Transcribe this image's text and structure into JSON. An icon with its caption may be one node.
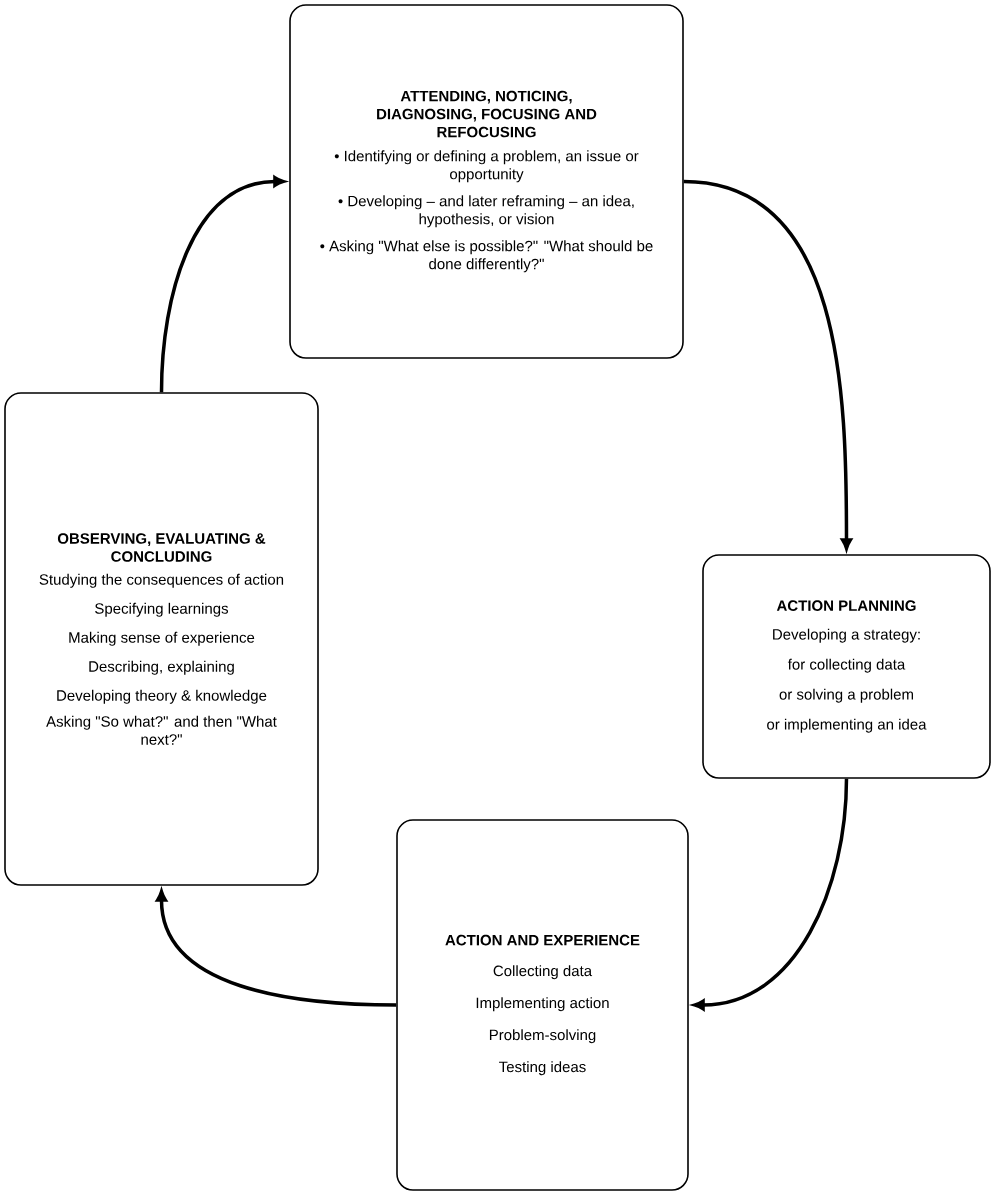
{
  "diagram": {
    "nodes": [
      {
        "text": [
          "ATTENDING, NOTICING, DIAGNOSING, FOCUSING AND REFOCUSING",
          "• Identifying or defining a problem, an issue or opportunity",
          "• Developing – and later reframing – an idea, hypothesis, or vision",
          "• Asking \"What else is possible?\" \"What should be done differently?\""
        ]
      },
      {
        "text": [
          "ACTION PLANNING",
          "Developing a strategy:",
          "for collecting data",
          "or solving a problem",
          "or implementing an idea"
        ]
      },
      {
        "text": [
          "ACTION AND EXPERIENCE",
          "Collecting data",
          "Implementing action",
          "Problem-solving",
          "Testing ideas"
        ]
      },
      {
        "text": [
          "OBSERVING, EVALUATING & CONCLUDING",
          "Studying the consequences of action",
          "Specifying learnings",
          "Making sense of experience",
          "Describing, explaining",
          "Developing theory & knowledge",
          "Asking \"So what?\" and then \"What next?\""
        ]
      }
    ],
    "edges": [
      {
        "from": 0,
        "to": 1,
        "arrow": "to"
      },
      {
        "from": 1,
        "to": 2,
        "arrow": "to"
      },
      {
        "from": 2,
        "to": 3,
        "arrow": "to"
      },
      {
        "from": 3,
        "to": 0,
        "arrow": "to"
      }
    ]
  }
}
